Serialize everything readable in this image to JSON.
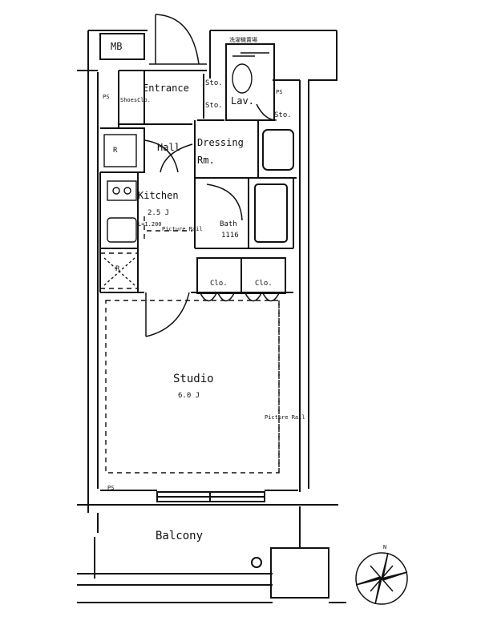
{
  "labels": {
    "mb": "MB",
    "entrance": "Entrance",
    "shoes_closet": "ShoesClo.",
    "sto_1": "Sto.",
    "sto_2": "Sto.",
    "sto_3": "Sto.",
    "ps_1": "PS",
    "ps_2": "PS",
    "ps_3": "PS",
    "wm_space": "洗濯機置場",
    "lav": "Lav.",
    "hall": "Hall",
    "dressing": "Dressing",
    "dressing_rm": "Rm.",
    "refrigerator": "R",
    "kitchen": "Kitchen",
    "kitchen_size": "2.5 J",
    "ih_note": "L=1.200",
    "picture_rail_1": "Picture Rail",
    "bath": "Bath",
    "bath_size": "1116",
    "closet_1": "Clo.",
    "closet_2": "Clo.",
    "studio": "Studio",
    "studio_size": "6.0 J",
    "picture_rail_2": "Picture Rail",
    "balcony": "Balcony",
    "fridge_space": "R",
    "north": "N"
  },
  "colors": {
    "line": "#111111",
    "background": "#ffffff"
  }
}
